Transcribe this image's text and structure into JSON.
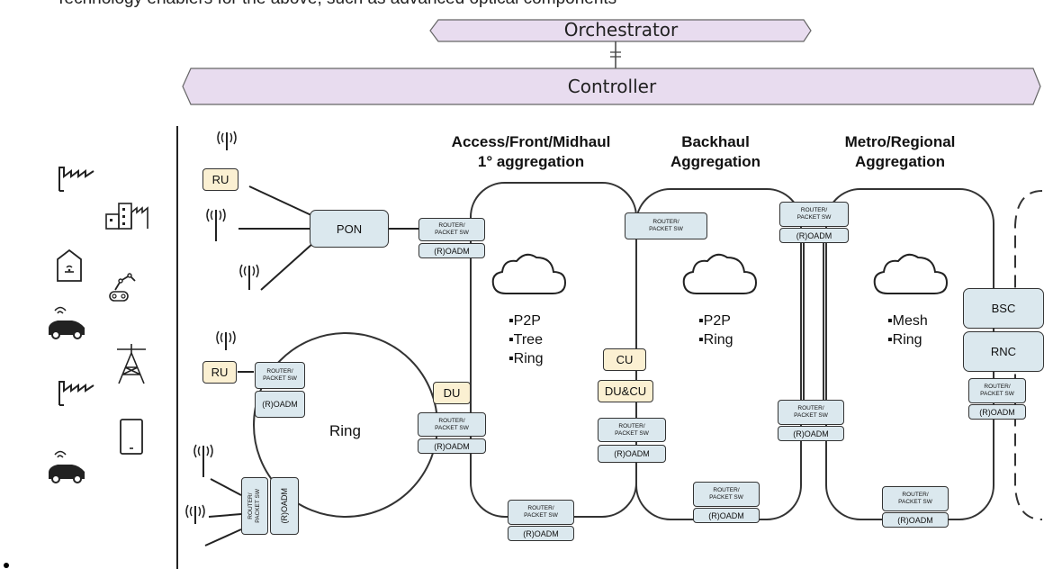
{
  "header_text": "Technology enablers for the above, such as advanced optical components",
  "orchestrator_label": "Orchestrator",
  "controller_label": "Controller",
  "segments": {
    "access_title_line1": "Access/Front/Midhaul",
    "access_title_line2": "1° aggregation",
    "backhaul_title_line1": "Backhaul",
    "backhaul_title_line2": "Aggregation",
    "metro_title_line1": "Metro/Regional",
    "metro_title_line2": "Aggregation"
  },
  "bullets": {
    "access": [
      "▪P2P",
      "▪Tree",
      "▪Ring"
    ],
    "backhaul": [
      "▪P2P",
      "▪Ring"
    ],
    "metro": [
      "▪Mesh",
      "▪Ring"
    ]
  },
  "labels": {
    "ru": "RU",
    "pon": "PON",
    "du": "DU",
    "cu": "CU",
    "du_cu": "DU&CU",
    "bsc": "BSC",
    "rnc": "RNC",
    "ring": "Ring",
    "router_line1": "ROUTER/",
    "router_line2": "PACKET SW",
    "roadm": "(R)OADM"
  },
  "colors": {
    "banner_fill": "#e8dcef",
    "node_blue": "#dbe8ee",
    "node_yellow": "#fbf0d2",
    "line": "#333333"
  },
  "icons": [
    "factory-icon",
    "city-buildings-icon",
    "smart-home-icon",
    "robot-arm-icon",
    "connected-car-icon",
    "radio-tower-icon",
    "tablet-icon",
    "antenna-icon",
    "cloud-icon"
  ]
}
